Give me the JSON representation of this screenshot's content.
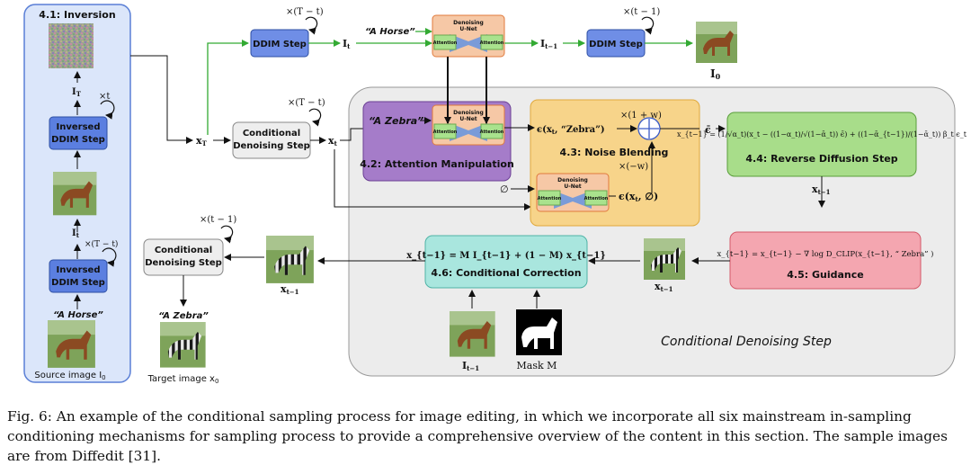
{
  "diagram": {
    "inversion": {
      "title": "4.1: Inversion",
      "xt_label": "×t",
      "t_minus_label": "×(T − t)",
      "inversed_step_1": [
        "Inversed",
        "DDIM Step"
      ],
      "inversed_step_2": [
        "Inversed",
        "DDIM Step"
      ],
      "img_label_T": "I",
      "img_label_T_sub": "T",
      "img_label_t": "I",
      "img_label_t_sub": "t",
      "prompt": "“A Horse”",
      "source_label": "Source image I",
      "source_label_sub": "0"
    },
    "top": {
      "ddim_step_1": "DDIM Step",
      "mult_1": "×(T − t)",
      "it_label": "I",
      "it_sub": "t",
      "prompt": "“A Horse”",
      "unet_title": "Denoising",
      "unet_sub": "U-Net",
      "attn_left": "Attention",
      "attn_right": "Attention",
      "it1_label": "I",
      "it1_sub": "t−1",
      "ddim_step_2": "DDIM Step",
      "mult_2": "×(t − 1)",
      "i0_label": "I",
      "i0_sub": "0"
    },
    "middle": {
      "xT_label": "x",
      "xT_sub": "T",
      "cond_step": [
        "Conditional",
        "Denoising Step"
      ],
      "mult": "×(T − t)",
      "xt_label": "x",
      "xt_sub": "t"
    },
    "attention": {
      "prompt": "“A Zebra”",
      "unet_title": "Denoising",
      "unet_sub": "U-Net",
      "attn_left": "Attention",
      "attn_right": "Attention",
      "title": "4.2: Attention Manipulation"
    },
    "blending": {
      "eps_top": "ϵ(x",
      "eps_top_rest": ", “Zebra”)",
      "mult_top": "×(1 + w)",
      "title": "4.3: Noise Blending",
      "mult_bottom": "×(−w)",
      "empty": "∅",
      "unet_title": "Denoising",
      "unet_sub": "U-Net",
      "attn_left": "Attention",
      "attn_right": "Attention",
      "eps_bottom": "ϵ(x",
      "eps_bottom_rest": ", ∅)",
      "eps_bar": "ϵ̄"
    },
    "reverse": {
      "formula": "x_{t−1} = (1/√α_t)(x_t − ((1−α_t)/√(1−ᾱ_t)) ϵ̄) + ((1−ᾱ_{t−1})/(1−ᾱ_t)) β_t ϵ_t",
      "title": "4.4: Reverse Diffusion Step",
      "out_label": "x",
      "out_sub": "t−1"
    },
    "guidance": {
      "formula": "x_{t−1} = x_{t−1} − ∇ log D_CLIP(x_{t−1}, “ Zebra” )",
      "title": "4.5: Guidance"
    },
    "correction": {
      "formula": "x_{t−1} = M I_{t−1} + (1 − M) x_{t−1}",
      "title": "4.6: Conditional Correction",
      "img_right_label": "x",
      "img_right_sub": "t−1",
      "img_left_label": "x",
      "img_left_sub": "t−1",
      "it1_label": "I",
      "it1_sub": "t−1",
      "mask_label": "Mask M"
    },
    "output": {
      "mult": "×(t − 1)",
      "cond_step": [
        "Conditional",
        "Denoising Step"
      ],
      "prompt": "“A Zebra”",
      "target_label": "Target image x",
      "target_sub": "0"
    },
    "big_box_label": "Conditional Denoising Step"
  },
  "caption": {
    "text": "Fig. 6: An example of the conditional sampling process for image editing, in which we incorporate all six mainstream in-sampling conditioning mechanisms for sampling process to provide a comprehensive overview of the content in this section. The sample images are from Diffedit [31]."
  },
  "colors": {
    "inversion_bg": "#dbe6fa",
    "inversion_border": "#5a7fd6",
    "ddim_fill": "#5b7fe0",
    "ddim_top_fill": "#6f8ee6",
    "attention_bg": "#a57cc9",
    "blend_bg": "#f7d48a",
    "reverse_bg": "#a8dd8a",
    "guidance_bg": "#f4a6b0",
    "correction_bg": "#a9e6de",
    "unet_bg": "#f6c8a6",
    "attn_block": "#a9e28d",
    "big_box_bg": "#ececec",
    "green_arrow": "#33aa33"
  }
}
